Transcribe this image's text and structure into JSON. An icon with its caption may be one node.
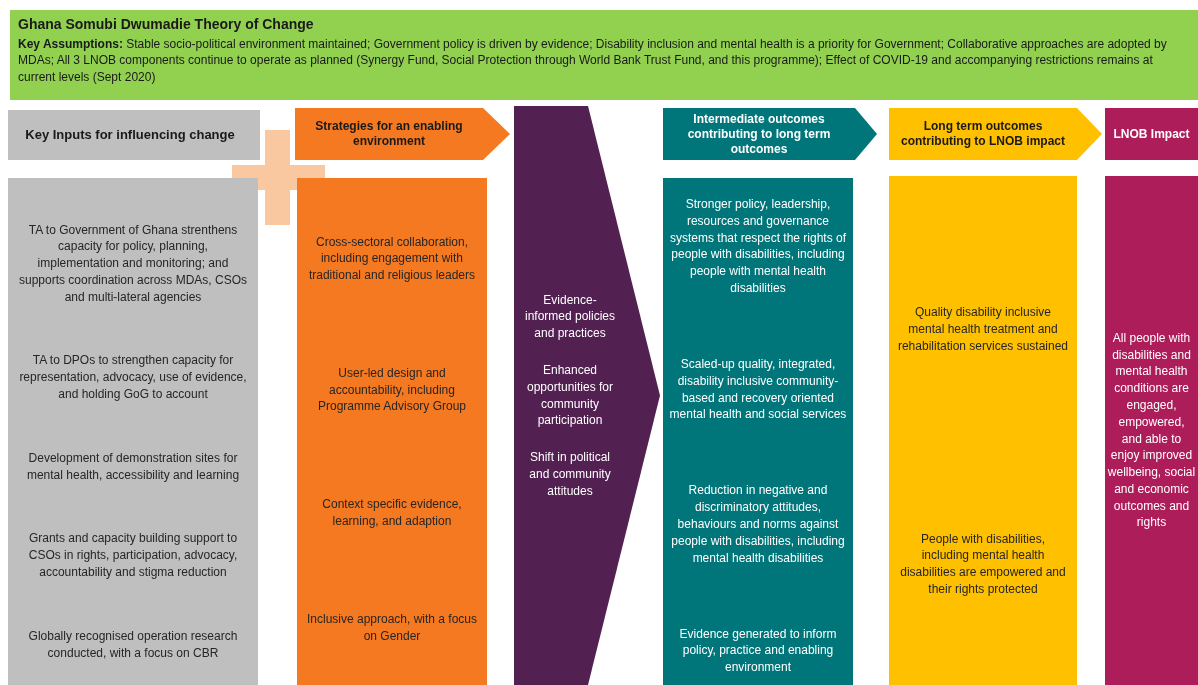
{
  "diagram": {
    "nodes": [
      {
        "text": [
          "Ghana Somubi Dwumadie Theory of Change",
          "**Key Assumptions:** Stable socio-political environment maintained; Government policy is driven by evidence; Disability inclusion and mental health is a priority for Government; Collaborative approaches are adopted by MDAs; All 3 LNOB components continue to operate as planned (Synergy Fund, Social Protection through World Bank Trust Fund, and this programme); Effect of COVID-19 and accompanying restrictions remains at current levels (Sept 2020)"
        ]
      },
      {
        "text": [
          "Key Inputs for influencing change"
        ]
      },
      {
        "text": [
          "Strategies for an enabling environment"
        ]
      },
      {
        "text": [
          "Evidence-informed policies and practices",
          "Enhanced opportunities for community participation",
          "Shift in political and community attitudes"
        ]
      },
      {
        "text": [
          "Intermediate outcomes contributing to long term outcomes"
        ]
      },
      {
        "text": [
          "Long term outcomes contributing to LNOB impact"
        ]
      },
      {
        "text": [
          "LNOB Impact"
        ]
      },
      {
        "text": [
          "TA to Government of Ghana strenthens capacity for policy, planning, implementation and monitoring; and supports coordination across MDAs, CSOs and multi-lateral agencies",
          "TA to DPOs  to strengthen capacity for representation, advocacy, use of evidence, and holding GoG to account",
          "Development of demonstration sites for mental health, accessibility and learning",
          "Grants and capacity building support to CSOs in rights, participation, advocacy, accountability and stigma reduction",
          "Globally recognised operation research conducted, with a focus on CBR"
        ]
      },
      {
        "text": [
          "Cross-sectoral collaboration, including engagement with traditional and religious leaders",
          "User-led design and accountability, including Programme Advisory Group",
          "Context specific evidence, learning, and adaption",
          "Inclusive approach, with a focus on Gender"
        ]
      },
      {
        "text": [
          "Stronger policy, leadership, resources and governance systems that respect the rights of people with disabilities, including people with mental health disabilities",
          "Scaled-up quality, integrated, disability inclusive community-based and recovery oriented mental health and social services",
          "Reduction in negative and discriminatory attitudes, behaviours and norms against people with disabilities, including mental health disabilities",
          "Evidence generated to inform policy, practice and enabling environment"
        ]
      },
      {
        "text": [
          "Quality disability inclusive mental health treatment and rehabilitation services sustained",
          "People with disabilities, including mental health disabilities are empowered and their rights protected"
        ]
      },
      {
        "text": [
          "All people with disabilities and mental health conditions are engaged, empowered, and able to enjoy improved wellbeing, social and economic outcomes and rights"
        ]
      }
    ]
  }
}
